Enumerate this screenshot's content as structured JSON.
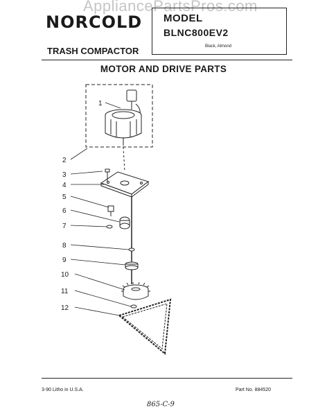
{
  "watermark": "AppliancePartsPros.com",
  "header": {
    "brand": "NORCOLD",
    "product": "TRASH COMPACTOR",
    "model_label": "MODEL",
    "model_number": "BLNC800EV2",
    "model_colors": "Black, Almond"
  },
  "section_title": "MOTOR AND DRIVE PARTS",
  "callouts": [
    "1",
    "2",
    "3",
    "4",
    "5",
    "6",
    "7",
    "8",
    "9",
    "10",
    "11",
    "12"
  ],
  "footer": {
    "left": "3-90 Litho in U.S.A.",
    "right": "Part No. 884520",
    "handwriting": "865-C-9"
  }
}
